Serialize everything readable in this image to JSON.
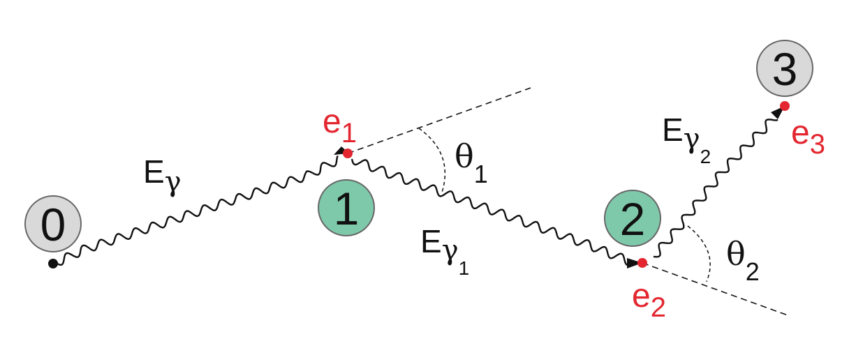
{
  "nodes": {
    "n0": {
      "label": "0",
      "fill": "#d9d9d9"
    },
    "n1": {
      "label": "1",
      "fill": "#7fc9ab"
    },
    "n2": {
      "label": "2",
      "fill": "#7fc9ab"
    },
    "n3": {
      "label": "3",
      "fill": "#d9d9d9"
    }
  },
  "events": {
    "e1": {
      "base": "e",
      "sub": "1"
    },
    "e2": {
      "base": "e",
      "sub": "2"
    },
    "e3": {
      "base": "e",
      "sub": "3"
    }
  },
  "photons": {
    "g0": {
      "base": "E",
      "sym": "γ",
      "sub": ""
    },
    "g1": {
      "base": "E",
      "sym": "γ",
      "sub": "1"
    },
    "g2": {
      "base": "E",
      "sym": "γ",
      "sub": "2"
    }
  },
  "angles": {
    "theta1": {
      "sym": "θ",
      "sub": "1"
    },
    "theta2": {
      "sym": "θ",
      "sub": "2"
    }
  },
  "colors": {
    "event": "#e3262f",
    "line": "#111111",
    "node_stroke": "#666666"
  }
}
